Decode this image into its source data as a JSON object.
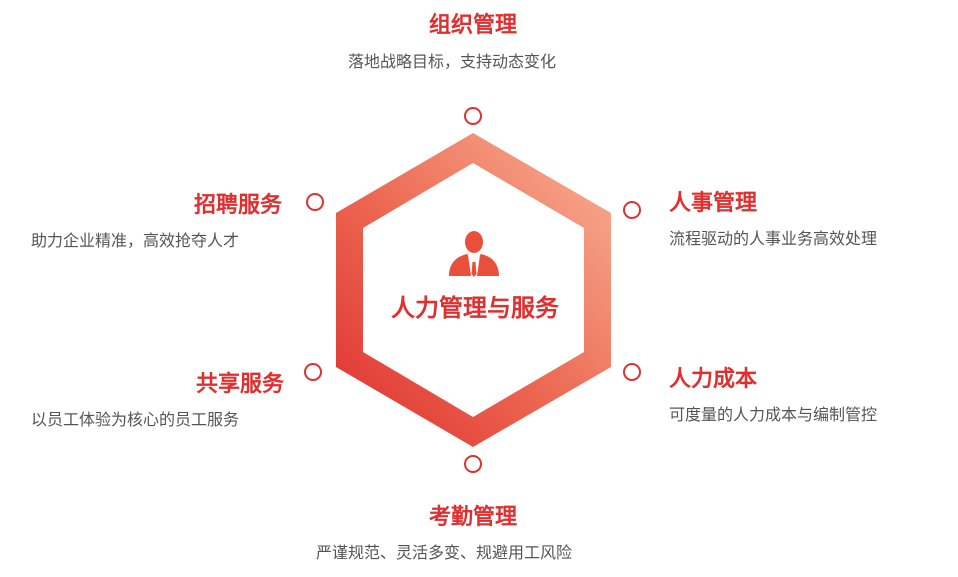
{
  "center": {
    "title": "人力管理与服务",
    "icon": "person-icon"
  },
  "nodes": {
    "top": {
      "title": "组织管理",
      "desc": "落地战略目标，支持动态变化"
    },
    "top_right": {
      "title": "人事管理",
      "desc": "流程驱动的人事业务高效处理"
    },
    "bottom_right": {
      "title": "人力成本",
      "desc": "可度量的人力成本与编制管控"
    },
    "bottom": {
      "title": "考勤管理",
      "desc": "严谨规范、灵活多变、规避用工风险"
    },
    "bottom_left": {
      "title": "共享服务",
      "desc": "以员工体验为核心的员工服务"
    },
    "top_left": {
      "title": "招聘服务",
      "desc": "助力企业精准，高效抢夺人才"
    }
  },
  "colors": {
    "accent": "#e02f2f",
    "gradient_start": "#e0302f",
    "gradient_end": "#f7a98b",
    "text_secondary": "#555555"
  }
}
